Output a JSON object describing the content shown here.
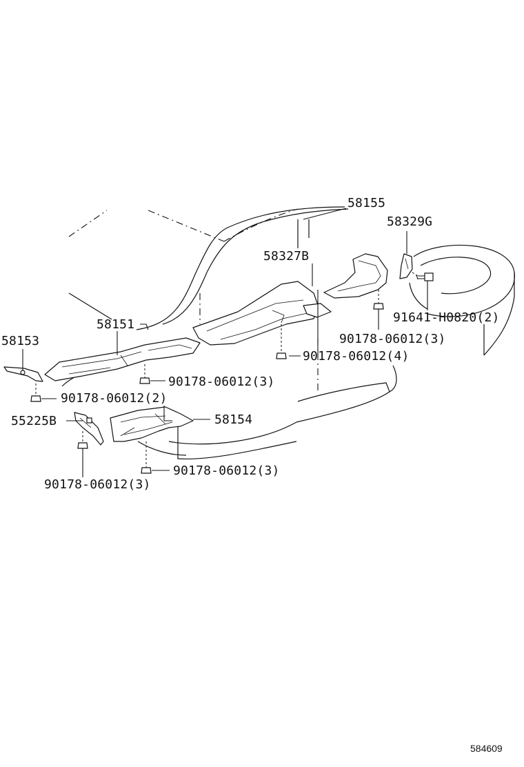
{
  "diagram": {
    "figure_number": "584609",
    "parts": {
      "p58155": "58155",
      "p58329g": "58329G",
      "p58327b": "58327B",
      "p91641": "91641-H0820(2)",
      "p90178_rear_right": "90178-06012(3)",
      "p58151": "58151",
      "p58153": "58153",
      "p90178_center": "90178-06012(4)",
      "p90178_front_mid": "90178-06012(3)",
      "p90178_front_left": "90178-06012(2)",
      "p55225b": "55225B",
      "p58154": "58154",
      "p90178_lower_mid": "90178-06012(3)",
      "p90178_lower_left": "90178-06012(3)"
    }
  }
}
